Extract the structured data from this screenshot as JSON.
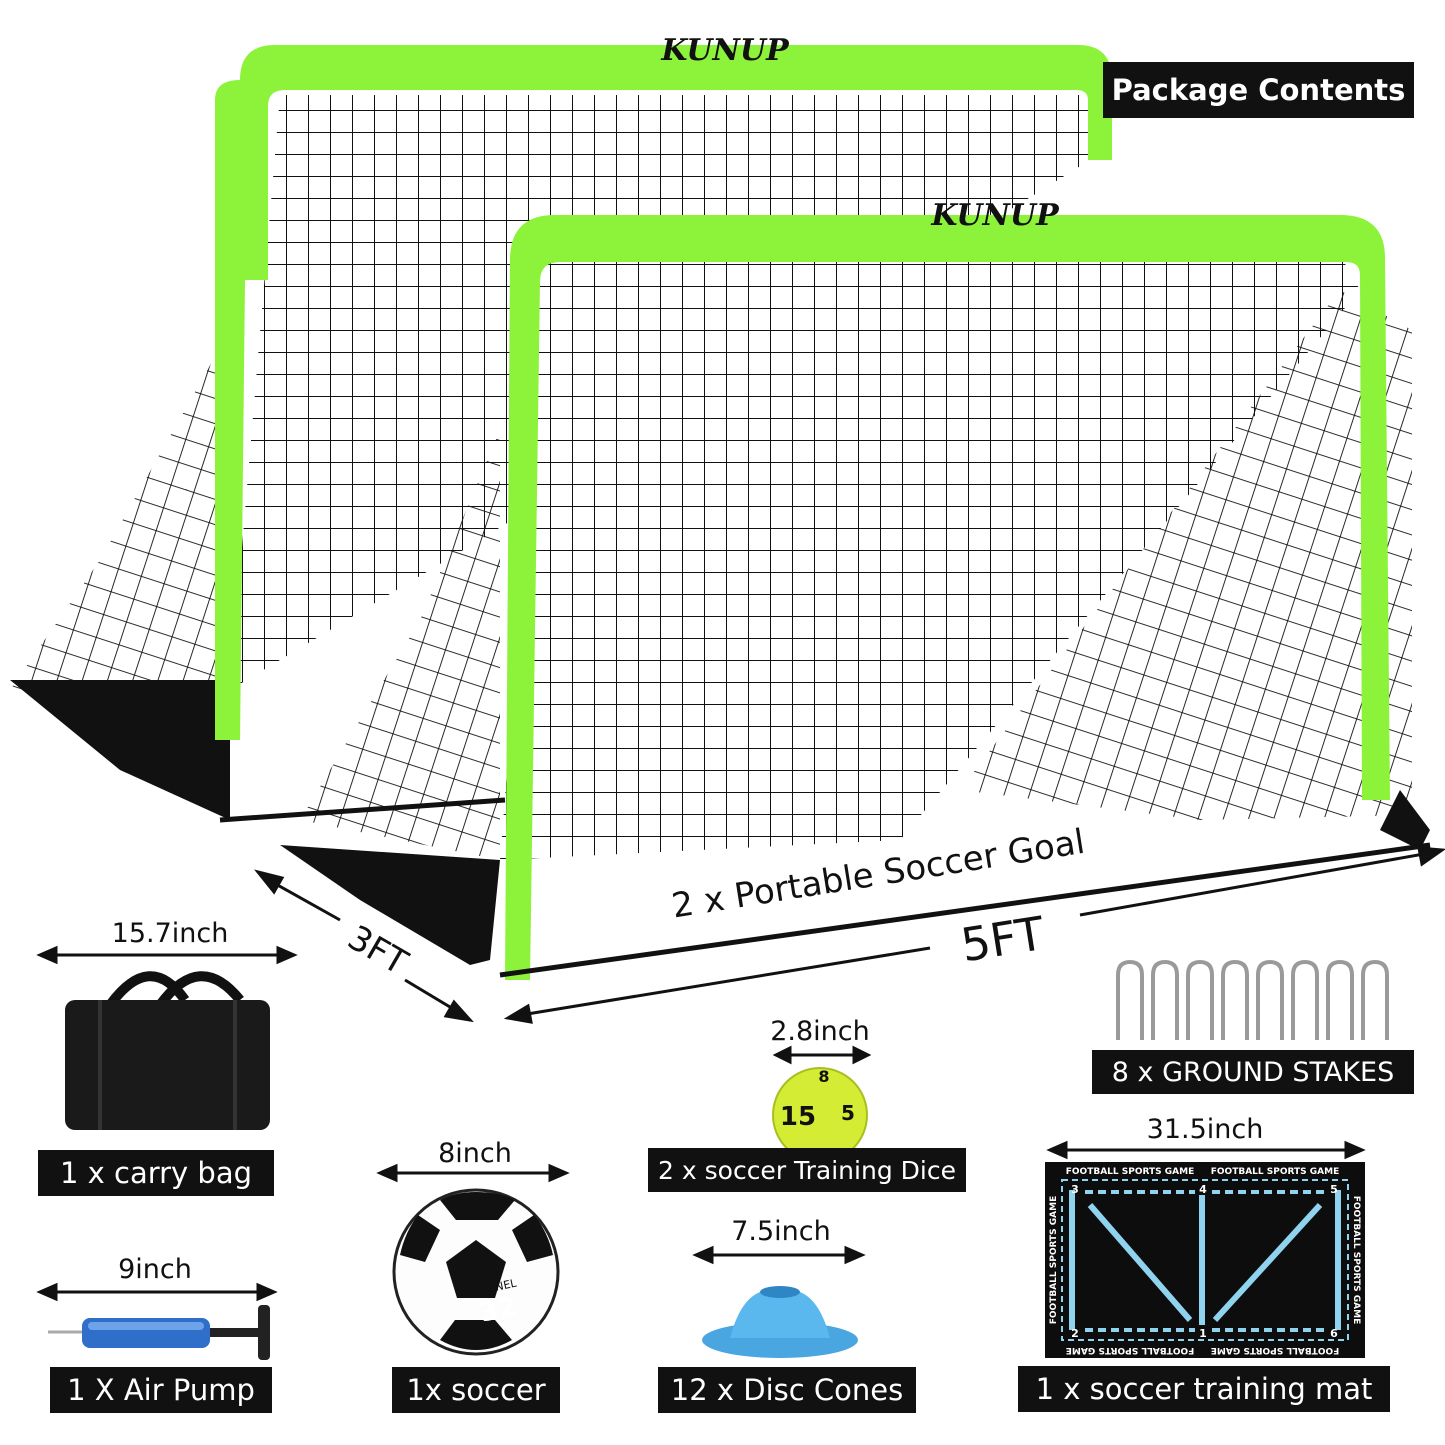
{
  "brand": "KUNUP",
  "heading": "Package Contents",
  "goal": {
    "label": "2 x Portable Soccer Goal",
    "width_dim": "5FT",
    "depth_dim": "3FT"
  },
  "items": {
    "bag": {
      "label": "1 x carry bag",
      "dim": "15.7inch"
    },
    "pump": {
      "label": "1 X Air Pump",
      "dim": "9inch"
    },
    "ball": {
      "label": "1x soccer",
      "dim": "8inch",
      "print_text": "PANEL",
      "print_number": "32"
    },
    "dice": {
      "label": "2 x soccer Training Dice",
      "dim": "2.8inch",
      "faces": [
        "8",
        "15",
        "5"
      ]
    },
    "cones": {
      "label": "12 x Disc Cones",
      "dim": "7.5inch"
    },
    "stakes": {
      "label": "8 x GROUND STAKES"
    },
    "mat": {
      "label": "1 x soccer training mat",
      "dim": "31.5inch",
      "print_text": "FOOTBALL SPORTS GAME",
      "numbers": [
        "3",
        "4",
        "5",
        "2",
        "1",
        "6"
      ]
    }
  },
  "colors": {
    "frame": "#8cf23a",
    "label_bg": "#111111",
    "cone": "#5bb8ee",
    "pump": "#2f6fc9",
    "mat_line": "#8fd3ee",
    "dice": "#d4ec34"
  }
}
